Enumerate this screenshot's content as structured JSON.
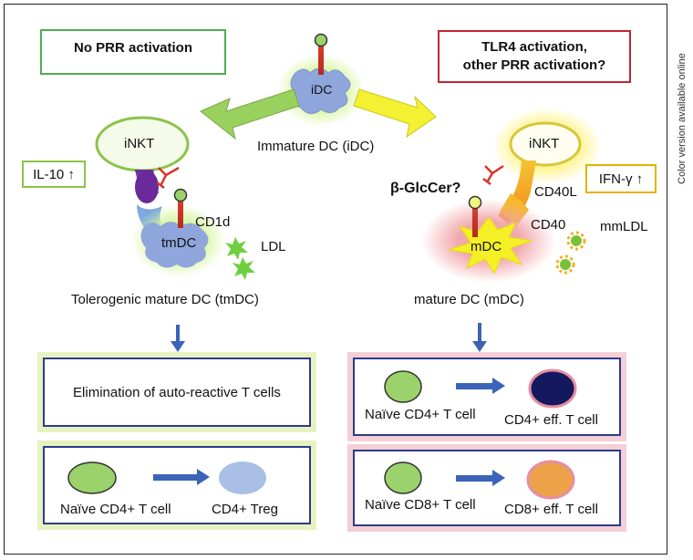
{
  "side_note": "Color version available online",
  "left": {
    "header": "No PRR activation",
    "cytokine": "IL-10 ↑",
    "nkt_label": "iNKT",
    "cd1d_label": "CD1d",
    "dc_label": "tmDC",
    "lipid_label": "LDL",
    "caption": "Tolerogenic mature DC (tmDC)",
    "outcome1": "Elimination of auto-reactive T cells",
    "outcome2": {
      "from": "Naïve CD4+ T cell",
      "to": "CD4+ Treg"
    }
  },
  "center": {
    "dc_label": "iDC",
    "caption": "Immature DC (iDC)"
  },
  "right": {
    "header_line1": "TLR4 activation,",
    "header_line2": "other PRR activation?",
    "cytokine": "IFN-γ ↑",
    "nkt_label": "iNKT",
    "antigen_label": "β-GlcCer?",
    "cd40l_label": "CD40L",
    "cd40_label": "CD40",
    "lipid_label": "mmLDL",
    "dc_label": "mDC",
    "caption": "mature DC (mDC)",
    "outcome1": {
      "from": "Naïve CD4+ T cell",
      "to": "CD4+ eff. T cell"
    },
    "outcome2": {
      "from": "Naïve CD8+ T cell",
      "to": "CD8+ eff. T cell"
    }
  },
  "colors": {
    "green_box": "#4caf50",
    "red_box": "#c0262f",
    "yellow_box": "#e0b400",
    "navy_box": "#2d3a8c",
    "naive_cell": "#9bd26b",
    "treg_cell": "#a9bfe6",
    "cd4_eff_cell": "#14185e",
    "cd8_eff_cell": "#eda24a",
    "dc_blue": "#8fa6dc",
    "arrow_blue": "#3b63b8"
  }
}
